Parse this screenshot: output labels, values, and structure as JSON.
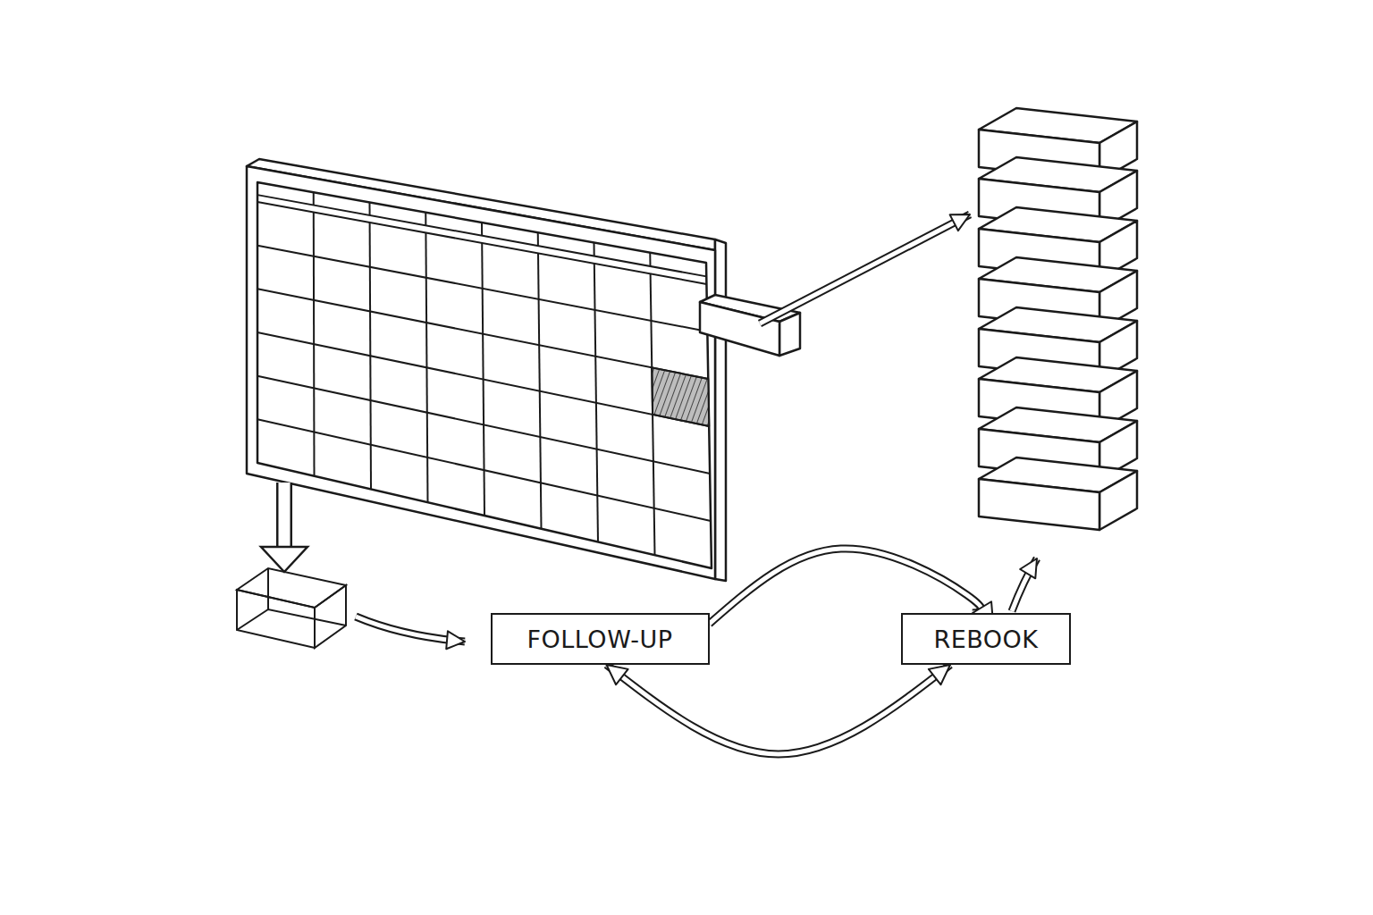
{
  "diagram": {
    "nodes": [
      {
        "text": [
          "FOLLOW-UP"
        ]
      },
      {
        "text": [
          "REBOOK"
        ]
      }
    ],
    "edges": [
      {
        "from": 0,
        "to": 1,
        "arrow": "to"
      },
      {
        "from": 0,
        "to": 1,
        "arrow": "both"
      }
    ]
  }
}
